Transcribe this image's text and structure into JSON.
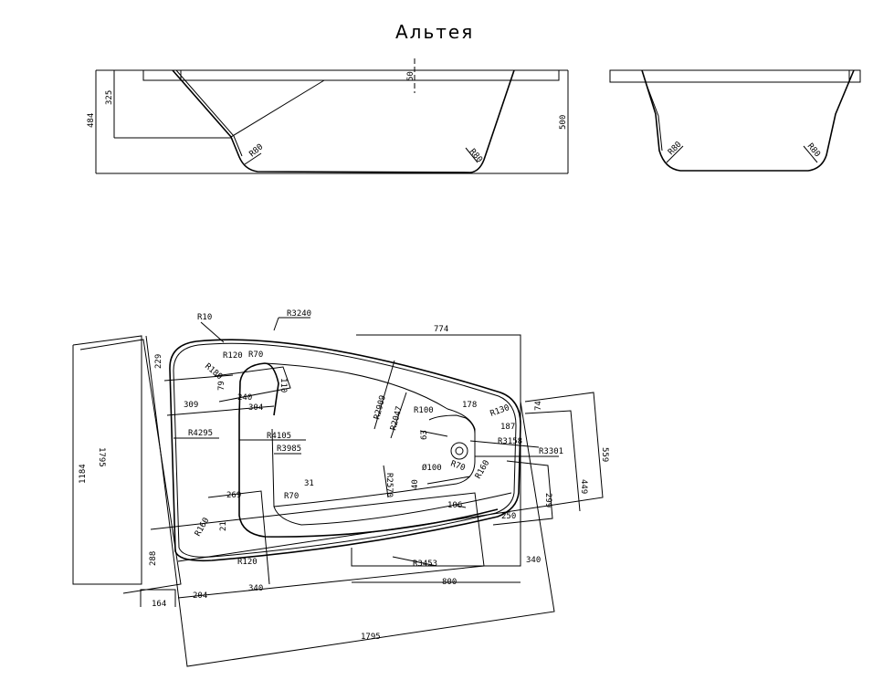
{
  "title": "Альтея",
  "front_view": {
    "labels": [
      "484",
      "325",
      "50",
      "500",
      "R80",
      "R80"
    ]
  },
  "side_view": {
    "labels": [
      "R80",
      "R80"
    ]
  },
  "plan_view": {
    "labels": [
      "R10",
      "R3240",
      "774",
      "229",
      "R120",
      "R70",
      "R180",
      "79",
      "110",
      "240",
      "304",
      "309",
      "R4295",
      "R4105",
      "R3985",
      "1795",
      "1184",
      "R2909",
      "R2047",
      "R100",
      "178",
      "R130",
      "74",
      "187",
      "63",
      "R3158",
      "R3301",
      "559",
      "Ø100",
      "R70",
      "R160",
      "R2570",
      "40",
      "449",
      "299",
      "106",
      "250",
      "269",
      "R70",
      "31",
      "R160",
      "21",
      "288",
      "R120",
      "204",
      "340",
      "R3453",
      "340",
      "800",
      "164",
      "1795"
    ]
  }
}
